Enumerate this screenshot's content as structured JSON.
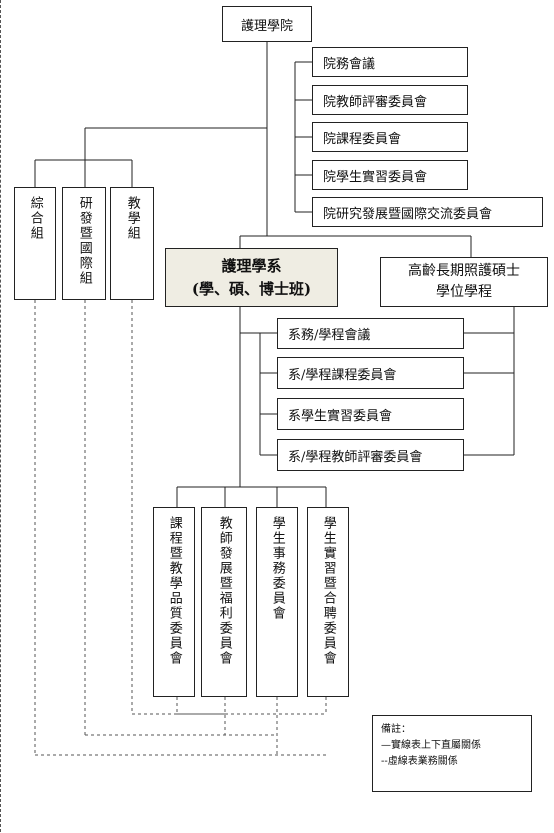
{
  "college": {
    "title": "護理學院"
  },
  "college_committees": [
    "院務會議",
    "院教師評審委員會",
    "院課程委員會",
    "院學生實習委員會",
    "院研究發展暨國際交流委員會"
  ],
  "college_groups": [
    {
      "name": "綜合組"
    },
    {
      "name": "研發暨國際組"
    },
    {
      "name": "教學組"
    }
  ],
  "department": {
    "title_line1": "護理學系",
    "title_line2": "(學、碩、博士班)"
  },
  "degree_program": {
    "line1": "高齡長期照護碩士",
    "line2": "學位學程"
  },
  "dept_committees": [
    "系務/學程會議",
    "系/學程課程委員會",
    "系學生實習委員會",
    "系/學程教師評審委員會"
  ],
  "dept_sub_committees": [
    {
      "name": "課程暨教學品質委員會"
    },
    {
      "name": "教師發展暨福利委員會"
    },
    {
      "name": "學生事務委員會"
    },
    {
      "name": "學生實習暨合聘委員會"
    }
  ],
  "note": {
    "title": "備註：",
    "solid": "—實線表上下直屬關係",
    "dashed": "--虛線表業務關係"
  }
}
